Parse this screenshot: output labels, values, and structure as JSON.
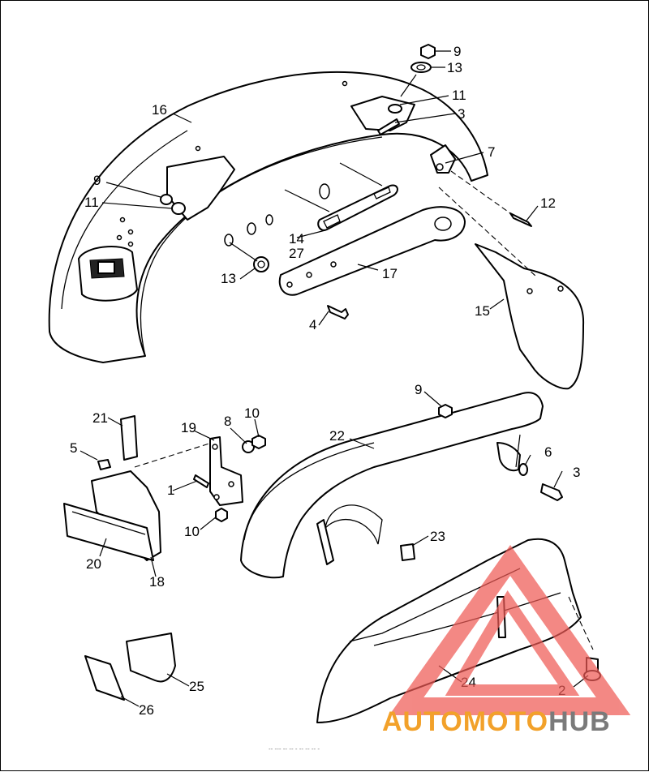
{
  "diagram": {
    "labels": [
      {
        "n": "9"
      },
      {
        "n": "13"
      },
      {
        "n": "11"
      },
      {
        "n": "3"
      },
      {
        "n": "16"
      },
      {
        "n": "7"
      },
      {
        "n": "9"
      },
      {
        "n": "11"
      },
      {
        "n": "12"
      },
      {
        "n": "14"
      },
      {
        "n": "27"
      },
      {
        "n": "17"
      },
      {
        "n": "13"
      },
      {
        "n": "15"
      },
      {
        "n": "4"
      },
      {
        "n": "9"
      },
      {
        "n": "21"
      },
      {
        "n": "19"
      },
      {
        "n": "8"
      },
      {
        "n": "10"
      },
      {
        "n": "22"
      },
      {
        "n": "6"
      },
      {
        "n": "5"
      },
      {
        "n": "3"
      },
      {
        "n": "1"
      },
      {
        "n": "10"
      },
      {
        "n": "23"
      },
      {
        "n": "20"
      },
      {
        "n": "18"
      },
      {
        "n": "24"
      },
      {
        "n": "2"
      },
      {
        "n": "25"
      },
      {
        "n": "26"
      }
    ],
    "caption": "-- --- -- -- - -- -- -- -"
  },
  "watermark": {
    "brand_part1": "AUTOMOTO",
    "brand_part2": "HUB",
    "colors": {
      "red": "#e8322b",
      "orange": "#f2a12a",
      "gray": "#7a7a7a",
      "triangle": "#ef5b56"
    }
  }
}
